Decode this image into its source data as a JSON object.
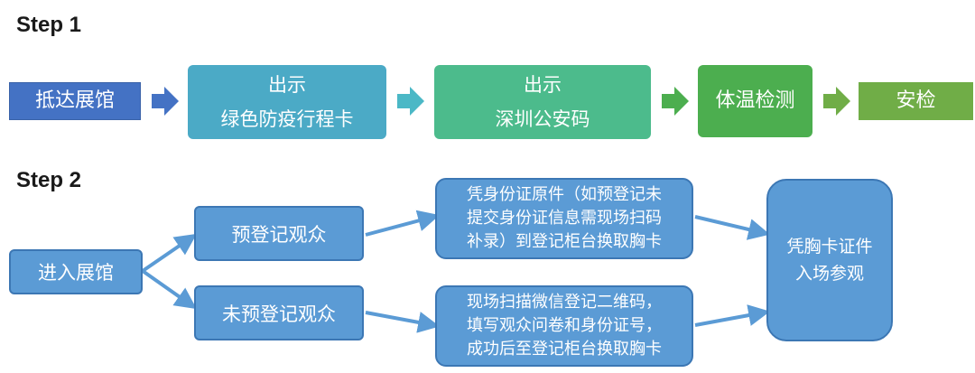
{
  "step1": {
    "title": "Step 1",
    "nodes": [
      {
        "lines": [
          "抵达展馆"
        ],
        "color": "#4472C4"
      },
      {
        "lines": [
          "出示",
          "绿色防疫行程卡"
        ],
        "color": "#4BAAC6"
      },
      {
        "lines": [
          "出示",
          "深圳公安码"
        ],
        "color": "#4CBB8C"
      },
      {
        "lines": [
          "体温检测"
        ],
        "color": "#4CAE4F"
      },
      {
        "lines": [
          "安检"
        ],
        "color": "#70AD47"
      }
    ]
  },
  "step2": {
    "title": "Step 2",
    "enter": "进入展馆",
    "preregistered": "预登记观众",
    "not_preregistered": "未预登记观众",
    "pre_steps": [
      "凭身份证原件（如预登记未",
      "提交身份证信息需现场扫码",
      "补录）到登记柜台换取胸卡"
    ],
    "nonpre_steps": [
      "现场扫描微信登记二维码，",
      "填写观众问卷和身份证号，",
      "成功后至登记柜台换取胸卡"
    ],
    "final": [
      "凭胸卡证件",
      "入场参观"
    ],
    "color": "#5B9BD5",
    "border": "#3C77B4",
    "arrow_color": "#5B9BD5"
  }
}
